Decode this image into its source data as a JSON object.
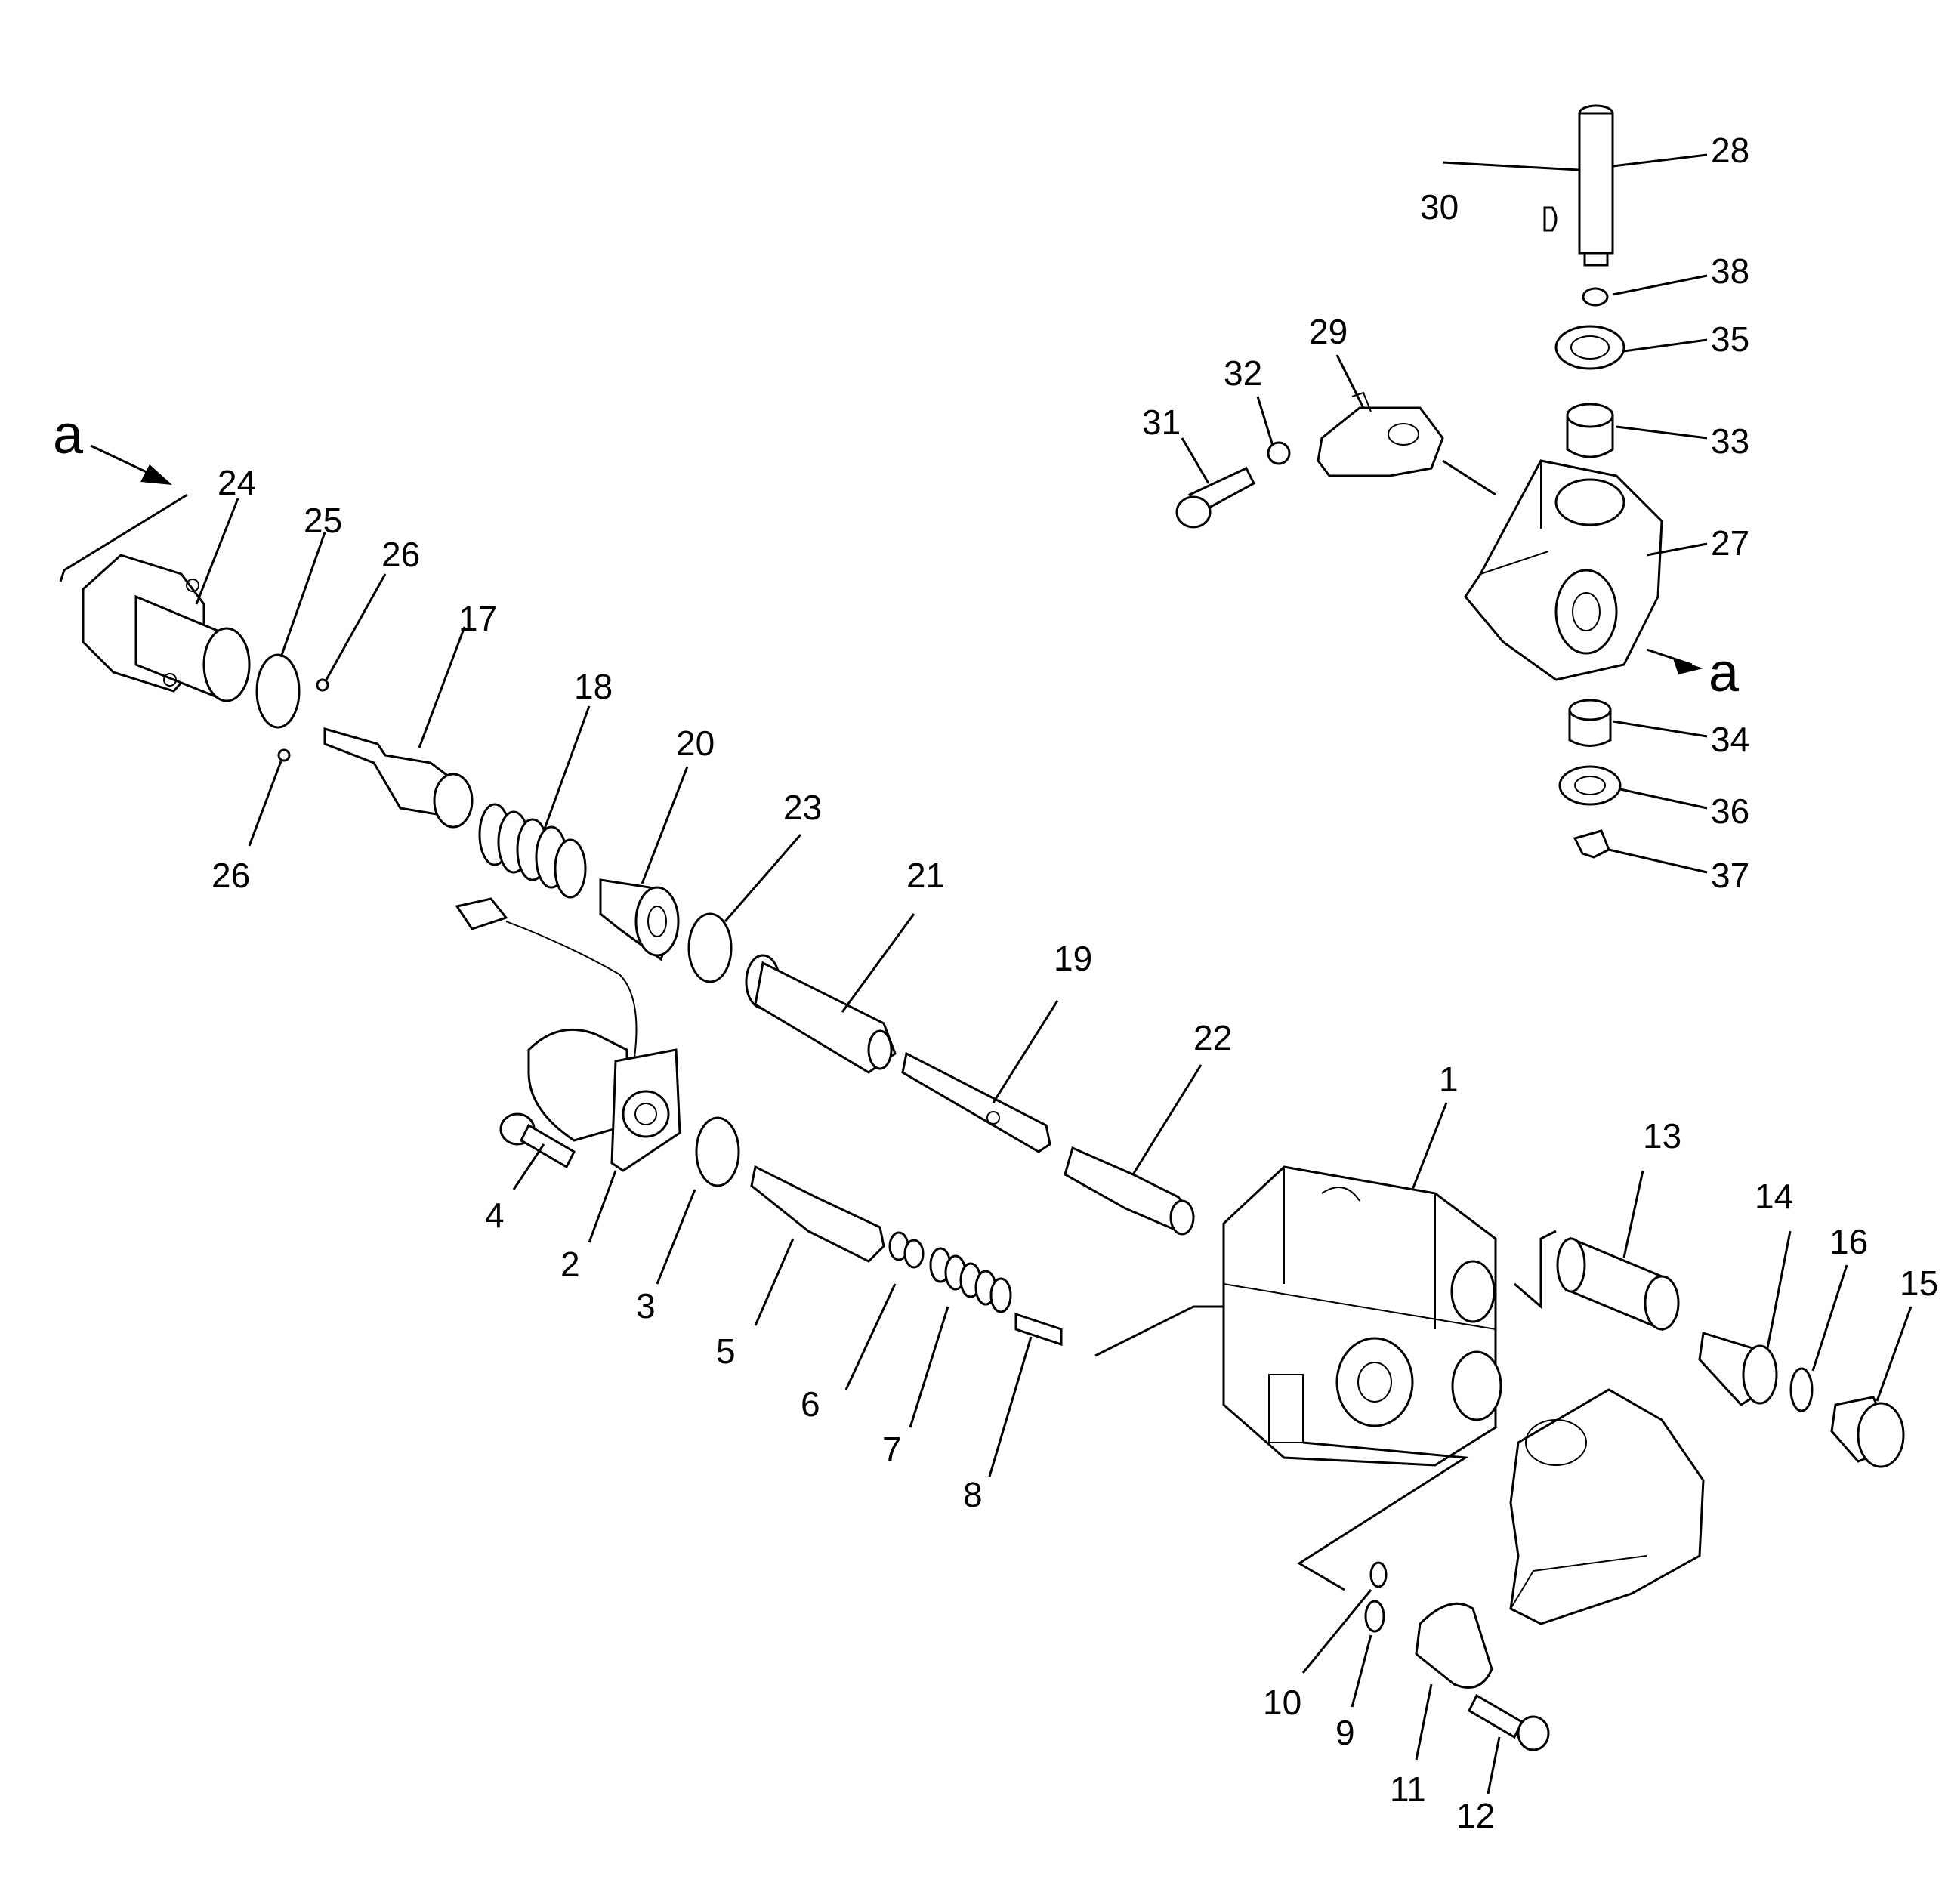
{
  "diagram": {
    "view_markers": [
      {
        "id": "a-left",
        "label": "a"
      },
      {
        "id": "a-right",
        "label": "a"
      }
    ],
    "callouts": [
      {
        "id": "c1",
        "label": "1"
      },
      {
        "id": "c2",
        "label": "2"
      },
      {
        "id": "c3",
        "label": "3"
      },
      {
        "id": "c4",
        "label": "4"
      },
      {
        "id": "c5",
        "label": "5"
      },
      {
        "id": "c6",
        "label": "6"
      },
      {
        "id": "c7",
        "label": "7"
      },
      {
        "id": "c8",
        "label": "8"
      },
      {
        "id": "c9",
        "label": "9"
      },
      {
        "id": "c10",
        "label": "10"
      },
      {
        "id": "c11",
        "label": "11"
      },
      {
        "id": "c12",
        "label": "12"
      },
      {
        "id": "c13",
        "label": "13"
      },
      {
        "id": "c14",
        "label": "14"
      },
      {
        "id": "c15",
        "label": "15"
      },
      {
        "id": "c16",
        "label": "16"
      },
      {
        "id": "c17",
        "label": "17"
      },
      {
        "id": "c18",
        "label": "18"
      },
      {
        "id": "c19",
        "label": "19"
      },
      {
        "id": "c20",
        "label": "20"
      },
      {
        "id": "c21",
        "label": "21"
      },
      {
        "id": "c22",
        "label": "22"
      },
      {
        "id": "c23",
        "label": "23"
      },
      {
        "id": "c24",
        "label": "24"
      },
      {
        "id": "c25",
        "label": "25"
      },
      {
        "id": "c26a",
        "label": "26"
      },
      {
        "id": "c26b",
        "label": "26"
      },
      {
        "id": "c27",
        "label": "27"
      },
      {
        "id": "c28",
        "label": "28"
      },
      {
        "id": "c29",
        "label": "29"
      },
      {
        "id": "c30",
        "label": "30"
      },
      {
        "id": "c31",
        "label": "31"
      },
      {
        "id": "c32",
        "label": "32"
      },
      {
        "id": "c33",
        "label": "33"
      },
      {
        "id": "c34",
        "label": "34"
      },
      {
        "id": "c35",
        "label": "35"
      },
      {
        "id": "c36",
        "label": "36"
      },
      {
        "id": "c37",
        "label": "37"
      },
      {
        "id": "c38",
        "label": "38"
      }
    ]
  }
}
